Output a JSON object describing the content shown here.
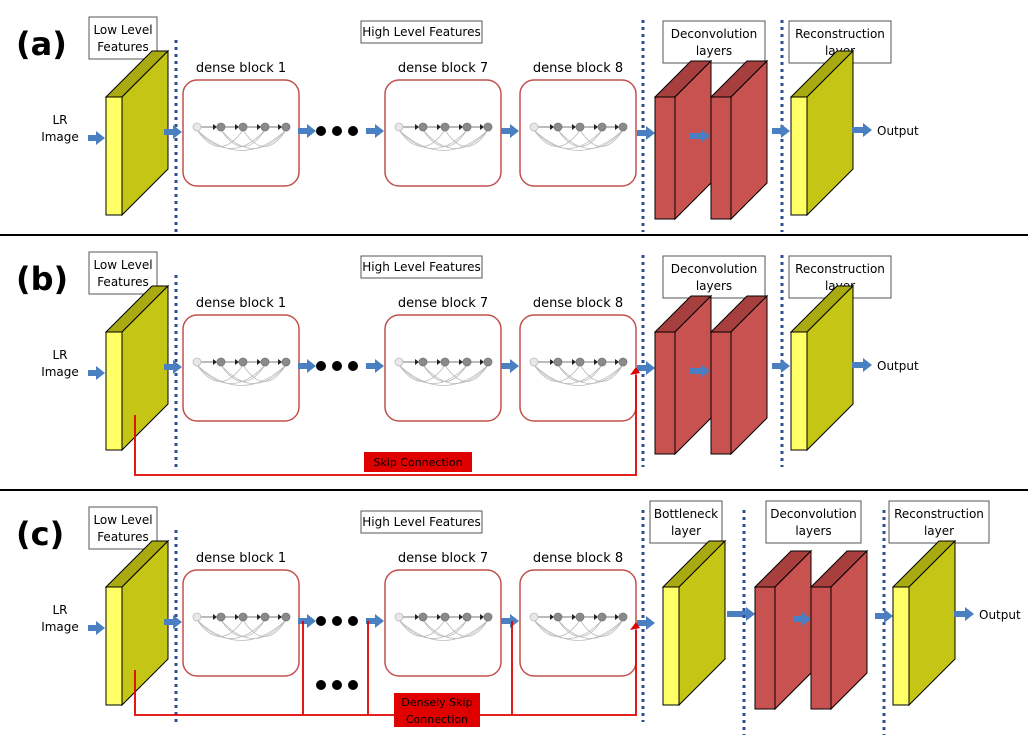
{
  "colors": {
    "yellow_front": "#ffff66",
    "olive_side": "#c5c516",
    "olive_top": "#a9a912",
    "red_front": "#c85250",
    "red_side": "#a63f3d",
    "arrow_blue": "#4a7fc1",
    "dotted_blue": "#2f4f8f",
    "block_border": "#c0504d",
    "skip_red": "#e00000"
  },
  "panels": [
    {
      "id": "a",
      "label": "(a)",
      "low_level": "Low Level\nFeatures",
      "high_level": "High Level Features",
      "blocks": [
        "dense block 1",
        "dense block 7",
        "dense block 8"
      ],
      "input": "LR\nImage",
      "deconv": "Deconvolution\nlayers",
      "recon": "Reconstruction\nlayer",
      "output": "Output"
    },
    {
      "id": "b",
      "label": "(b)",
      "low_level": "Low Level\nFeatures",
      "high_level": "High Level Features",
      "blocks": [
        "dense block 1",
        "dense block 7",
        "dense block 8"
      ],
      "input": "LR\nImage",
      "deconv": "Deconvolution\nlayers",
      "recon": "Reconstruction\nlayer",
      "output": "Output",
      "skip": "Skip Connection"
    },
    {
      "id": "c",
      "label": "(c)",
      "low_level": "Low Level\nFeatures",
      "high_level": "High Level Features",
      "blocks": [
        "dense block 1",
        "dense block 7",
        "dense block 8"
      ],
      "input": "LR\nImage",
      "bottleneck": "Bottleneck\nlayer",
      "deconv": "Deconvolution\nlayers",
      "recon": "Reconstruction\nlayer",
      "output": "Output",
      "skip": "Densely Skip\nConnection"
    }
  ]
}
